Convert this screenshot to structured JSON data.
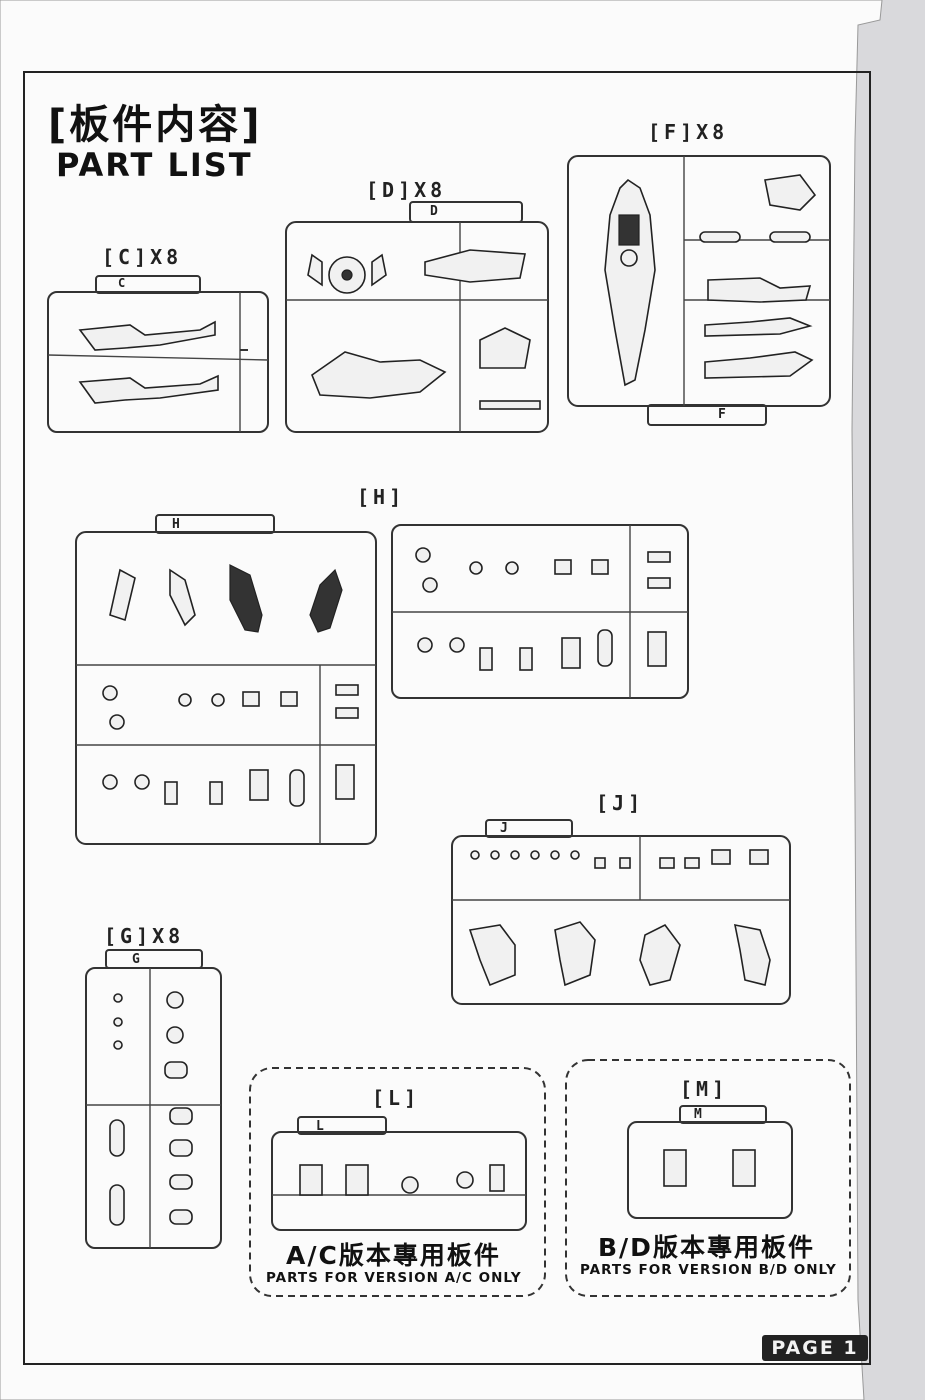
{
  "title_cn": "[板件内容]",
  "title_en": "PART LIST",
  "sections": {
    "c": "[C]X8",
    "d": "[D]X8",
    "f": "[F]X8",
    "h": "[H]",
    "j": "[J]",
    "g": "[G]X8",
    "l": "[L]",
    "m": "[M]"
  },
  "runner_tabs": {
    "c": "C",
    "d": "D",
    "f": "F",
    "h": "H",
    "j": "J",
    "g": "G",
    "l": "L",
    "m": "M"
  },
  "notes": {
    "ac_cn": "A/C版本專用板件",
    "ac_en": "PARTS FOR VERSION A/C ONLY",
    "bd_cn": "B/D版本專用板件",
    "bd_en": "PARTS FOR VERSION B/D ONLY"
  },
  "page_label": "PAGE 1",
  "colors": {
    "paper": "#fbfbfb",
    "ink": "#1a1a1a",
    "footer_bg": "#222222"
  }
}
